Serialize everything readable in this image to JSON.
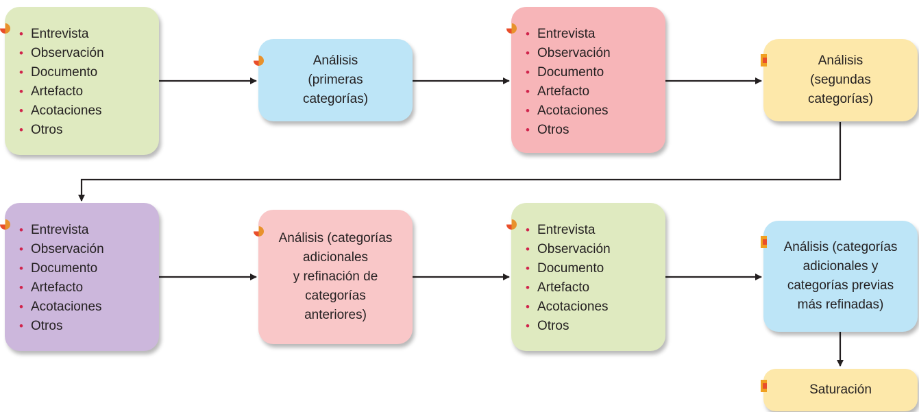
{
  "boxes": {
    "collect1": {
      "items": [
        "Entrevista",
        "Observación",
        "Documento",
        "Artefacto",
        "Acotaciones",
        "Otros"
      ]
    },
    "analysis1": {
      "text": "Análisis\n(primeras\ncategorías)"
    },
    "collect2": {
      "items": [
        "Entrevista",
        "Observación",
        "Documento",
        "Artefacto",
        "Acotaciones",
        "Otros"
      ]
    },
    "analysis2": {
      "text": "Análisis\n(segundas\ncategorías)"
    },
    "collect3": {
      "items": [
        "Entrevista",
        "Observación",
        "Documento",
        "Artefacto",
        "Acotaciones",
        "Otros"
      ]
    },
    "analysis3": {
      "text": "Análisis (categorías\nadicionales\ny refinación de\ncategorías\nanteriores)"
    },
    "collect4": {
      "items": [
        "Entrevista",
        "Observación",
        "Documento",
        "Artefacto",
        "Acotaciones",
        "Otros"
      ]
    },
    "analysis4": {
      "text": "Análisis (categorías\nadicionales y\ncategorías previas\nmás refinadas)"
    },
    "saturation": {
      "text": "Saturación"
    }
  },
  "colors": {
    "green": "#dfeac0",
    "blue": "#bde5f7",
    "red": "#f7b5b8",
    "yellow": "#fde8aa",
    "purple": "#ccb7dc",
    "pink": "#f9c7c8",
    "bullet": "#d0234b",
    "arrow": "#231f20"
  }
}
